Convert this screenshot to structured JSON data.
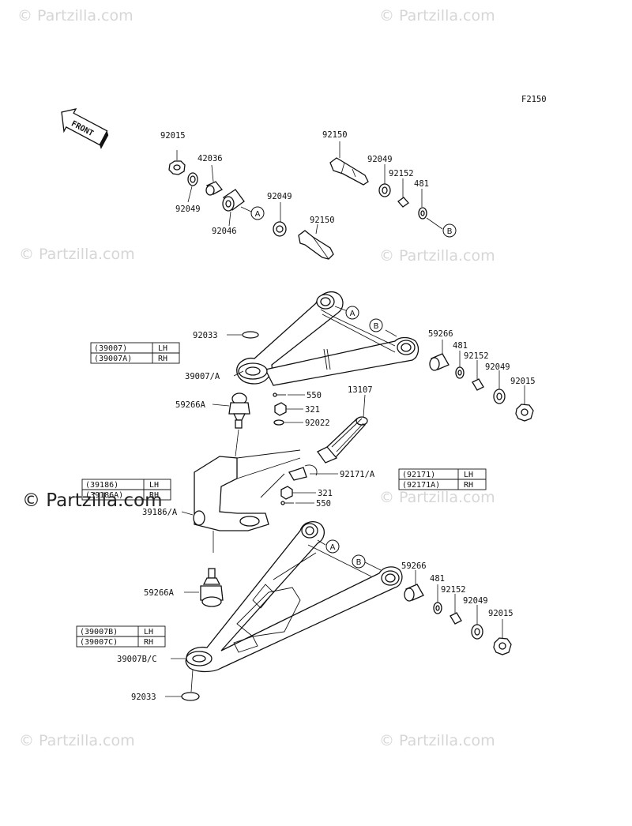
{
  "figure_code": "F2150",
  "front_label": "FRONT",
  "watermark_text": "© Partzilla.com",
  "watermark_overlay_text": "© Partzilla.com",
  "callouts": {
    "a": "A",
    "b": "B"
  },
  "labels": {
    "p92015_top": "92015",
    "p42036": "42036",
    "p92049_left": "92049",
    "p92046": "92046",
    "p92049_mid": "92049",
    "p92150_bolt_lower": "92150",
    "p92150_top": "92150",
    "p92049_right": "92049",
    "p92152_right": "92152",
    "p481_right": "481",
    "p92033_top": "92033",
    "p39007A_main": "39007/A",
    "p59266_upper": "59266",
    "p481_upper": "481",
    "p92152_upper": "92152",
    "p92049_upper": "92049",
    "p92015_upper": "92015",
    "p59266A_upper": "59266A",
    "p550_upper": "550",
    "p321_upper": "321",
    "p92022": "92022",
    "p13107": "13107",
    "p92171A": "92171/A",
    "p321_lower": "321",
    "p550_lower": "550",
    "p39186A": "39186/A",
    "p59266_lower": "59266",
    "p481_lower": "481",
    "p92152_lower": "92152",
    "p92049_lower": "92049",
    "p92015_lower": "92015",
    "p59266A_lower": "59266A",
    "p39007BC": "39007B/C",
    "p92033_bottom": "92033"
  },
  "tables": {
    "upper_arm": {
      "rows": [
        {
          "part": "(39007)",
          "side": "LH"
        },
        {
          "part": "(39007A)",
          "side": "RH"
        }
      ]
    },
    "knuckle": {
      "rows": [
        {
          "part": "(39186)",
          "side": "LH"
        },
        {
          "part": "(39186A)",
          "side": "RH"
        }
      ]
    },
    "retainer": {
      "rows": [
        {
          "part": "(92171)",
          "side": "LH"
        },
        {
          "part": "(92171A)",
          "side": "RH"
        }
      ]
    },
    "lower_arm": {
      "rows": [
        {
          "part": "(39007B)",
          "side": "LH"
        },
        {
          "part": "(39007C)",
          "side": "RH"
        }
      ]
    }
  }
}
